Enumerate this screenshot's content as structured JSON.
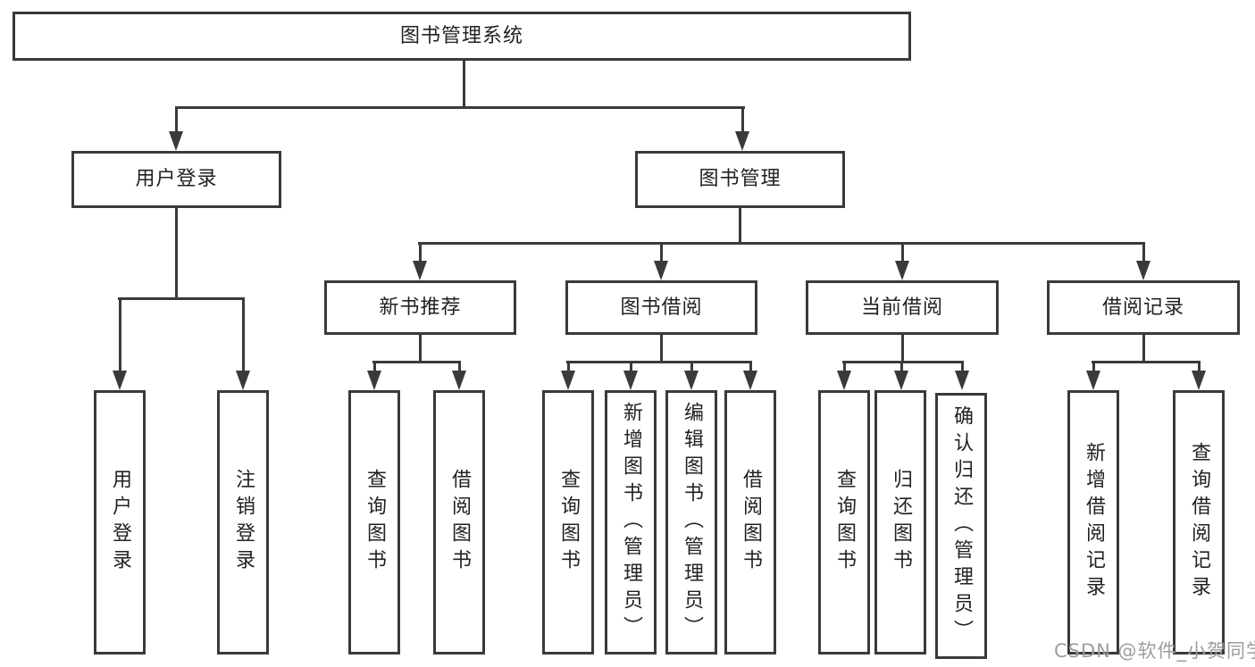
{
  "diagram": {
    "root": "图书管理系统",
    "level2": {
      "user_login": "用户登录",
      "book_management": "图书管理"
    },
    "level3": {
      "new_book_recommend": "新书推荐",
      "book_borrow": "图书借阅",
      "current_borrow": "当前借阅",
      "borrow_record": "借阅记录"
    },
    "leaves": {
      "user_login": [
        "用户登录",
        "注销登录"
      ],
      "new_book_recommend": [
        "查询图书",
        "借阅图书"
      ],
      "book_borrow": [
        "查询图书",
        "新增图书（管理员）",
        "编辑图书（管理员）",
        "借阅图书"
      ],
      "current_borrow": [
        "查询图书",
        "归还图书",
        "确认归还（管理员）"
      ],
      "borrow_record": [
        "新增借阅记录",
        "查询借阅记录"
      ]
    }
  },
  "watermark": "CSDN @软件_小贺同学",
  "colors": {
    "line": "#3a3a3a",
    "text": "#222222",
    "watermark": "#8c8c8c",
    "background": "#ffffff"
  }
}
